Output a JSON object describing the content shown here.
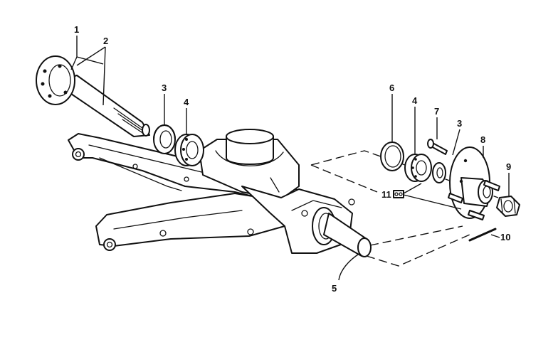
{
  "callouts": {
    "c1": "1",
    "c2": "2",
    "c3a": "3",
    "c4a": "4",
    "c5": "5",
    "c6": "6",
    "c4b": "4",
    "c7": "7",
    "c3b": "3",
    "c8": "8",
    "c9": "9",
    "c10": "10",
    "c11": "11"
  },
  "parts": [
    {
      "id": "1",
      "icon": "axle-flange"
    },
    {
      "id": "2",
      "icon": "axle-shaft"
    },
    {
      "id": "3",
      "icon": "oil-seal"
    },
    {
      "id": "4",
      "icon": "ball-bearing"
    },
    {
      "id": "5",
      "icon": "stub-axle"
    },
    {
      "id": "6",
      "icon": "circlip"
    },
    {
      "id": "7",
      "icon": "wheel-bolt"
    },
    {
      "id": "8",
      "icon": "wheel-hub"
    },
    {
      "id": "9",
      "icon": "castle-nut"
    },
    {
      "id": "10",
      "icon": "cotter-pin"
    },
    {
      "id": "11",
      "icon": "spacer"
    }
  ],
  "colors": {
    "ink": "#111111",
    "paper": "#ffffff"
  }
}
